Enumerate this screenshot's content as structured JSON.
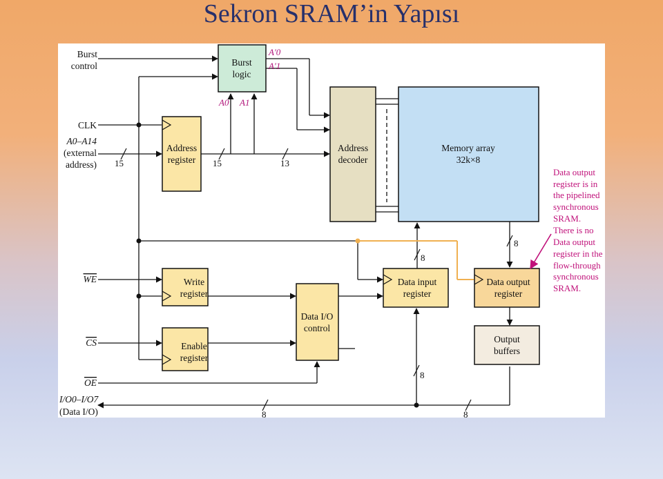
{
  "slide": {
    "title": "Sekron SRAM’in Yapısı"
  },
  "inputs": {
    "burst_control": [
      "Burst",
      "control"
    ],
    "clk": "CLK",
    "address": [
      "A0–A14",
      "(external",
      "address)"
    ],
    "we": "WE",
    "cs": "CS",
    "oe": "OE",
    "io": [
      "I/O0–I/O7",
      "(Data I/O)"
    ]
  },
  "blocks": {
    "burst_logic": [
      "Burst",
      "logic"
    ],
    "address_register": [
      "Address",
      "register"
    ],
    "address_decoder": [
      "Address",
      "decoder"
    ],
    "memory_array": [
      "Memory array",
      "32k×8"
    ],
    "write_register": [
      "Write",
      "register"
    ],
    "enable_register": [
      "Enable",
      "register"
    ],
    "data_io_control": [
      "Data I/O",
      "control"
    ],
    "data_input_register": [
      "Data input",
      "register"
    ],
    "data_output_register": [
      "Data output",
      "register"
    ],
    "output_buffers": [
      "Output",
      "buffers"
    ]
  },
  "signals": {
    "a0_prime": "A′0",
    "a1_prime": "A′1",
    "a0": "A0",
    "a1": "A1"
  },
  "bus_widths": {
    "addr_in": "15",
    "addr_reg_out": "15",
    "addr_to_decoder": "13",
    "din": "8",
    "dout": "8",
    "io_up": "8",
    "io_bus_left": "8",
    "io_bus_right": "8"
  },
  "note": [
    "Data output",
    "register is in",
    "the pipelined",
    "synchronous",
    "SRAM.",
    "There is no",
    "Data output",
    "register in the",
    "flow-through",
    "synchronous",
    "SRAM."
  ],
  "colors": {
    "title": "#27306b",
    "note": "#c0117a",
    "signal_label": "#b0157a",
    "register_fill": "#fbe6a6",
    "burst_fill": "#cdebd8",
    "decoder_fill": "#e6dfc2",
    "memory_fill": "#c3dff4",
    "output_reg_fill": "#f8d79a",
    "buffer_fill": "#f3ece0",
    "highlight_line": "#f0b050"
  }
}
